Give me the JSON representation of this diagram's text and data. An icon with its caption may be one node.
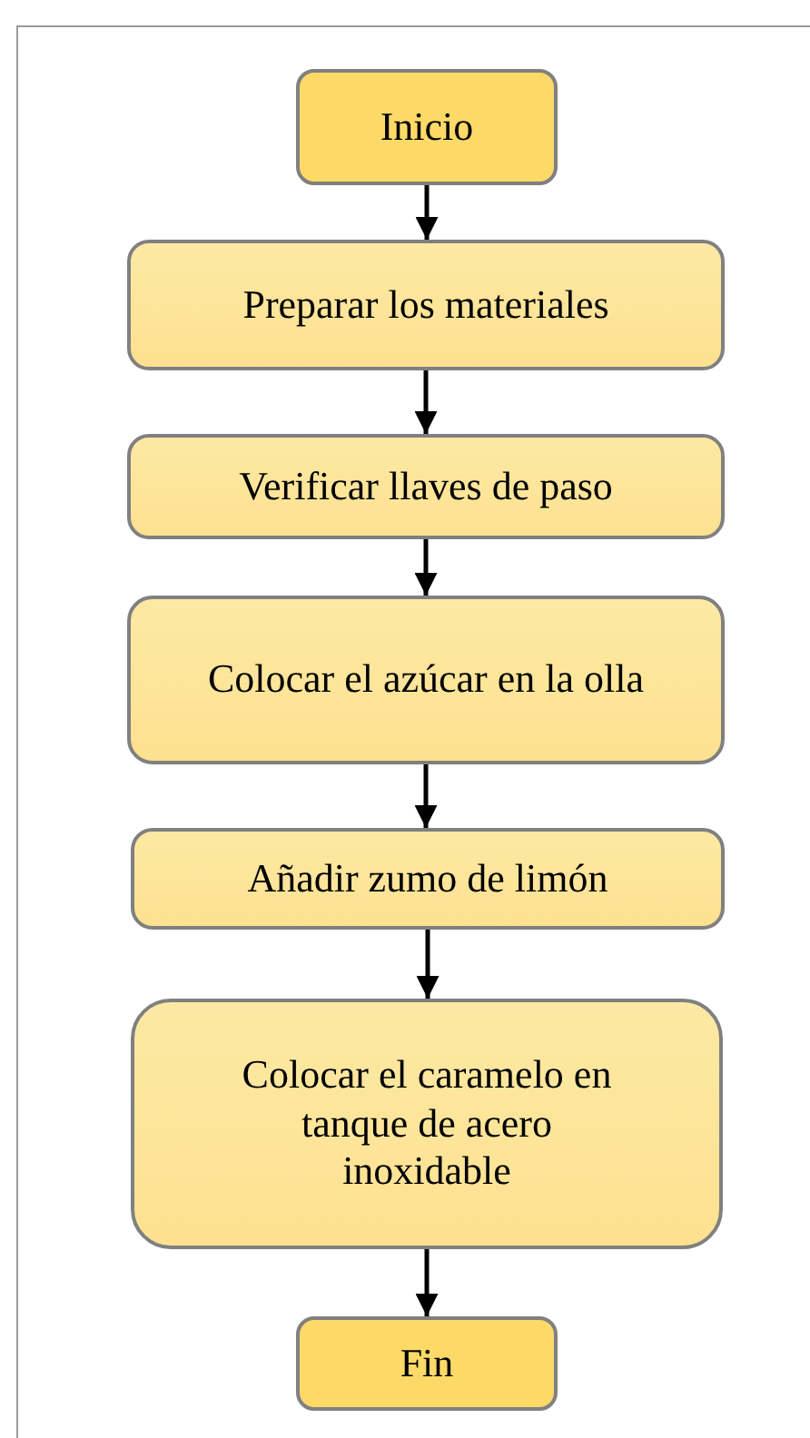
{
  "diagram": {
    "nodes": [
      {
        "text": [
          "Inicio"
        ]
      },
      {
        "text": [
          "Preparar los materiales"
        ]
      },
      {
        "text": [
          "Verificar llaves de paso"
        ]
      },
      {
        "text": [
          "Colocar el azúcar en la olla"
        ]
      },
      {
        "text": [
          "Añadir zumo de limón"
        ]
      },
      {
        "text": [
          "Colocar el caramelo en tanque de acero inoxidable"
        ]
      },
      {
        "text": [
          "Fin"
        ]
      }
    ],
    "edges": [
      {
        "from": 0,
        "to": 1,
        "arrow": "to"
      },
      {
        "from": 1,
        "to": 2,
        "arrow": "to"
      },
      {
        "from": 2,
        "to": 3,
        "arrow": "to"
      },
      {
        "from": 3,
        "to": 4,
        "arrow": "to"
      },
      {
        "from": 4,
        "to": 5,
        "arrow": "to"
      },
      {
        "from": 5,
        "to": 6,
        "arrow": "to"
      }
    ]
  }
}
